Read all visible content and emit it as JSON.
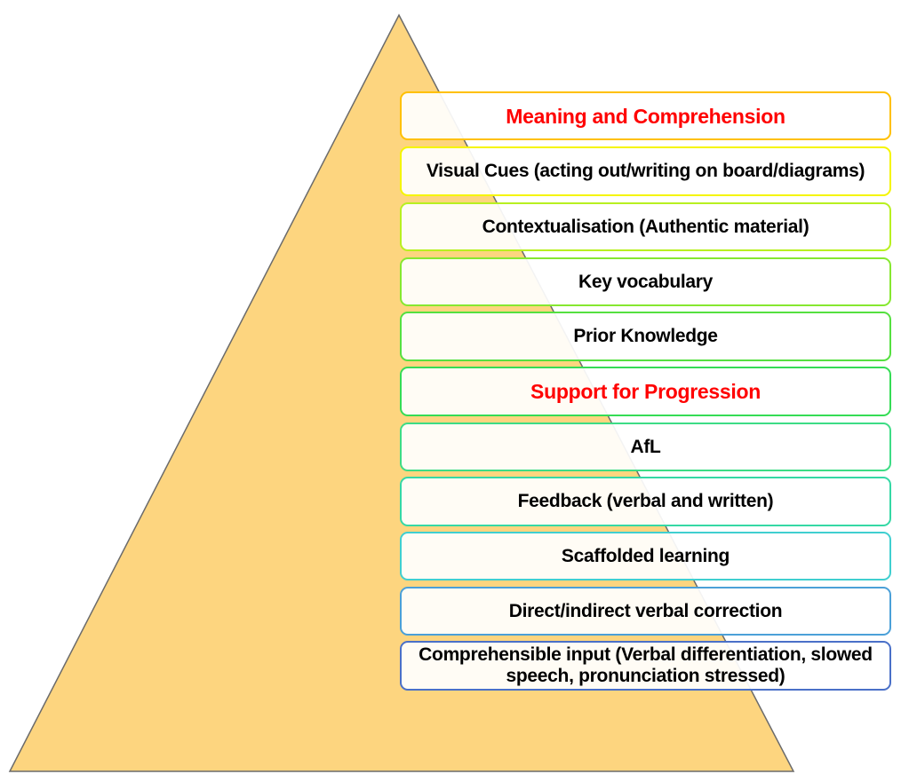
{
  "diagram": {
    "type": "pyramid-with-layers",
    "pyramid_fill": "#fdd57f",
    "pyramid_stroke": "#6b6b6b",
    "layers": [
      {
        "label": "Meaning and Comprehension",
        "kind": "heading",
        "text_color": "#ff0000",
        "border_color": "#ffc000"
      },
      {
        "label": "Visual Cues (acting out/writing on board/diagrams)",
        "kind": "item",
        "text_color": "#000000",
        "border_color": "#f5f500"
      },
      {
        "label": "Contextualisation (Authentic material)",
        "kind": "item",
        "text_color": "#000000",
        "border_color": "#b8f020"
      },
      {
        "label": "Key vocabulary",
        "kind": "item",
        "text_color": "#000000",
        "border_color": "#86e830"
      },
      {
        "label": "Prior Knowledge",
        "kind": "item",
        "text_color": "#000000",
        "border_color": "#55e040"
      },
      {
        "label": "Support for Progression",
        "kind": "heading",
        "text_color": "#ff0000",
        "border_color": "#35dc55"
      },
      {
        "label": "AfL",
        "kind": "item",
        "text_color": "#000000",
        "border_color": "#3ddc85"
      },
      {
        "label": "Feedback (verbal and written)",
        "kind": "item",
        "text_color": "#000000",
        "border_color": "#35d8a5"
      },
      {
        "label": "Scaffolded learning",
        "kind": "item",
        "text_color": "#000000",
        "border_color": "#40cfd0"
      },
      {
        "label": "Direct/indirect verbal correction",
        "kind": "item",
        "text_color": "#000000",
        "border_color": "#4ba0d8"
      },
      {
        "label": "Comprehensible input (Verbal differentiation, slowed speech, pronunciation stressed)",
        "kind": "item",
        "text_color": "#000000",
        "border_color": "#4a70c8"
      }
    ]
  }
}
